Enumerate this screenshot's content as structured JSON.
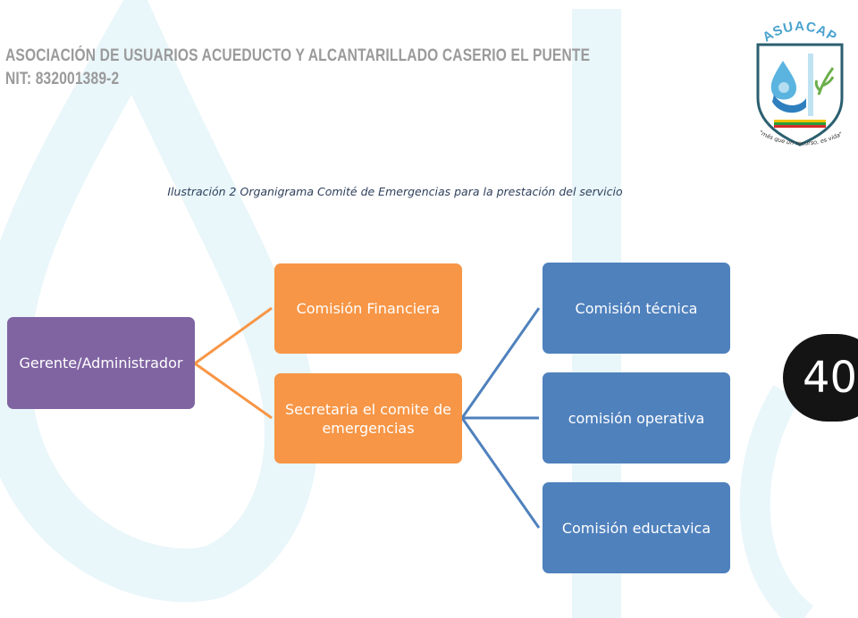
{
  "header": {
    "org_name": "ASOCIACIÓN DE USUARIOS ACUEDUCTO Y ALCANTARILLADO CASERIO EL PUENTE",
    "nit": "NIT: 832001389-2"
  },
  "logo": {
    "title": "ASUACAP",
    "slogan": "\"más que un recurso, es vida\""
  },
  "caption": "Ilustración 2 Organigrama Comité de Emergencias para la prestación del servicio",
  "org_chart": {
    "root": "Gerente/Administrador",
    "level2": [
      "Comisión Financiera",
      "Secretaria el comite de emergencias"
    ],
    "level3": [
      "Comisión técnica",
      "comisión operativa",
      "Comisión eductavica"
    ]
  },
  "page_number": "40",
  "colors": {
    "root": "#8064a2",
    "level2": "#f79646",
    "level3": "#4f81bd",
    "connector_orange": "#f79646",
    "connector_blue": "#4f81bd",
    "watermark": "#e6f5f9"
  }
}
